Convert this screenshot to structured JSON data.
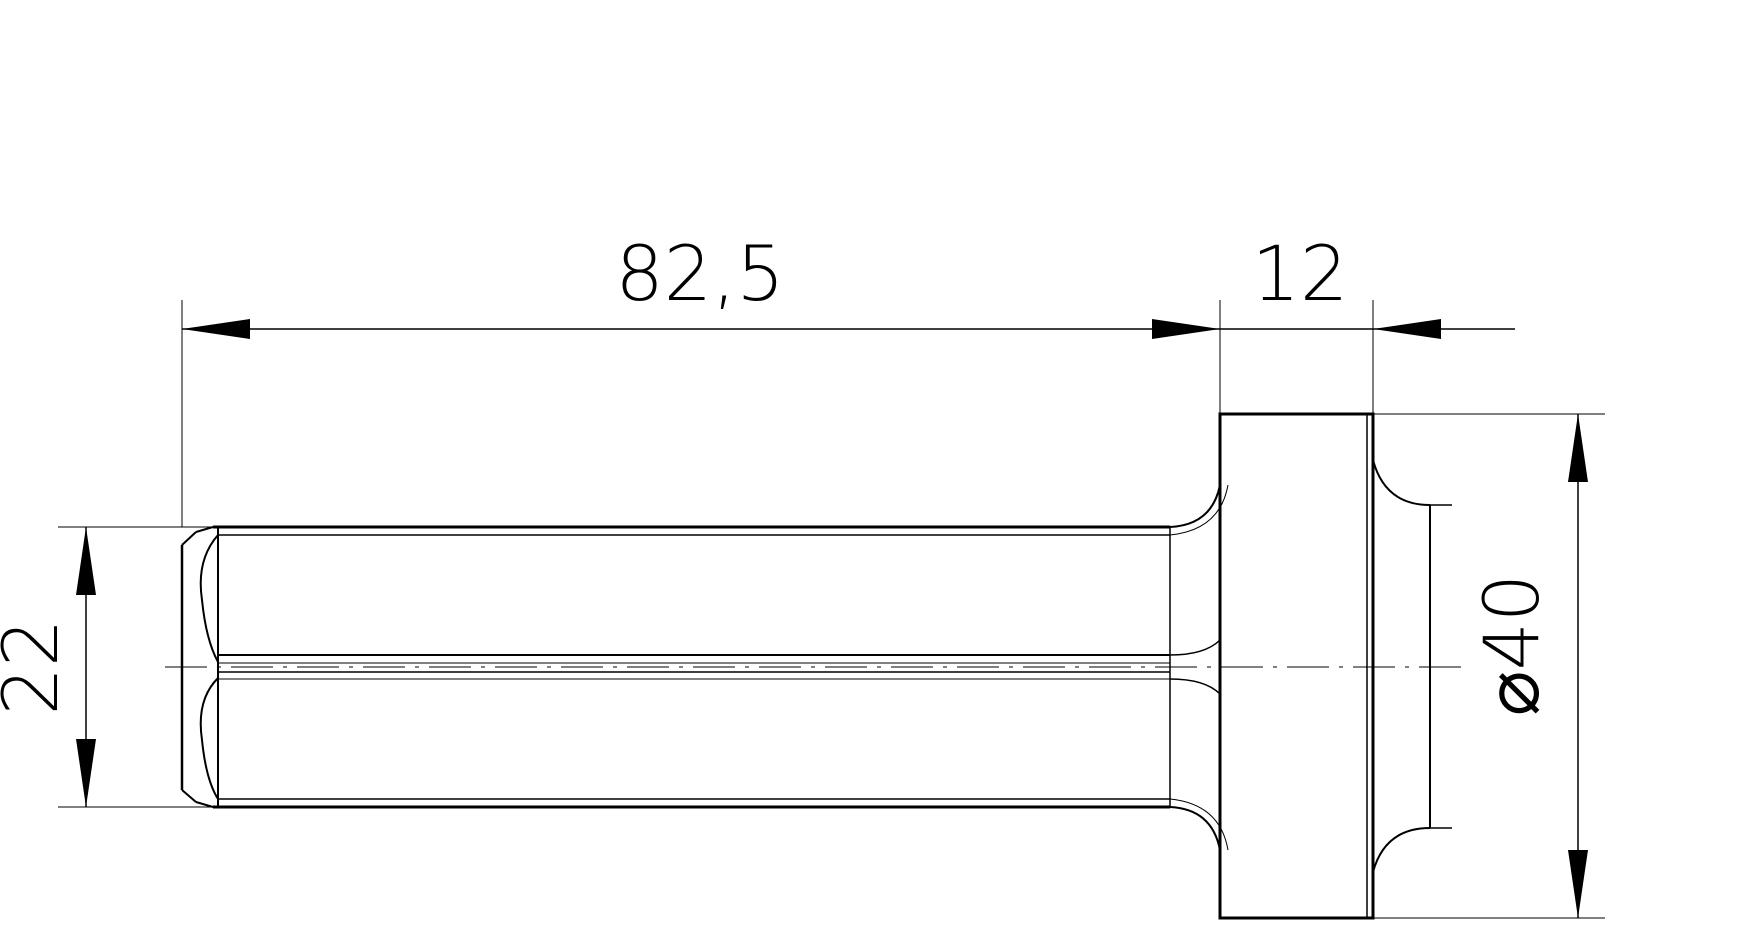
{
  "drawing": {
    "dimensions": {
      "shaft_length": "82,5",
      "flange_thickness": "12",
      "shaft_diameter": "22",
      "flange_diameter": "⌀40"
    }
  }
}
